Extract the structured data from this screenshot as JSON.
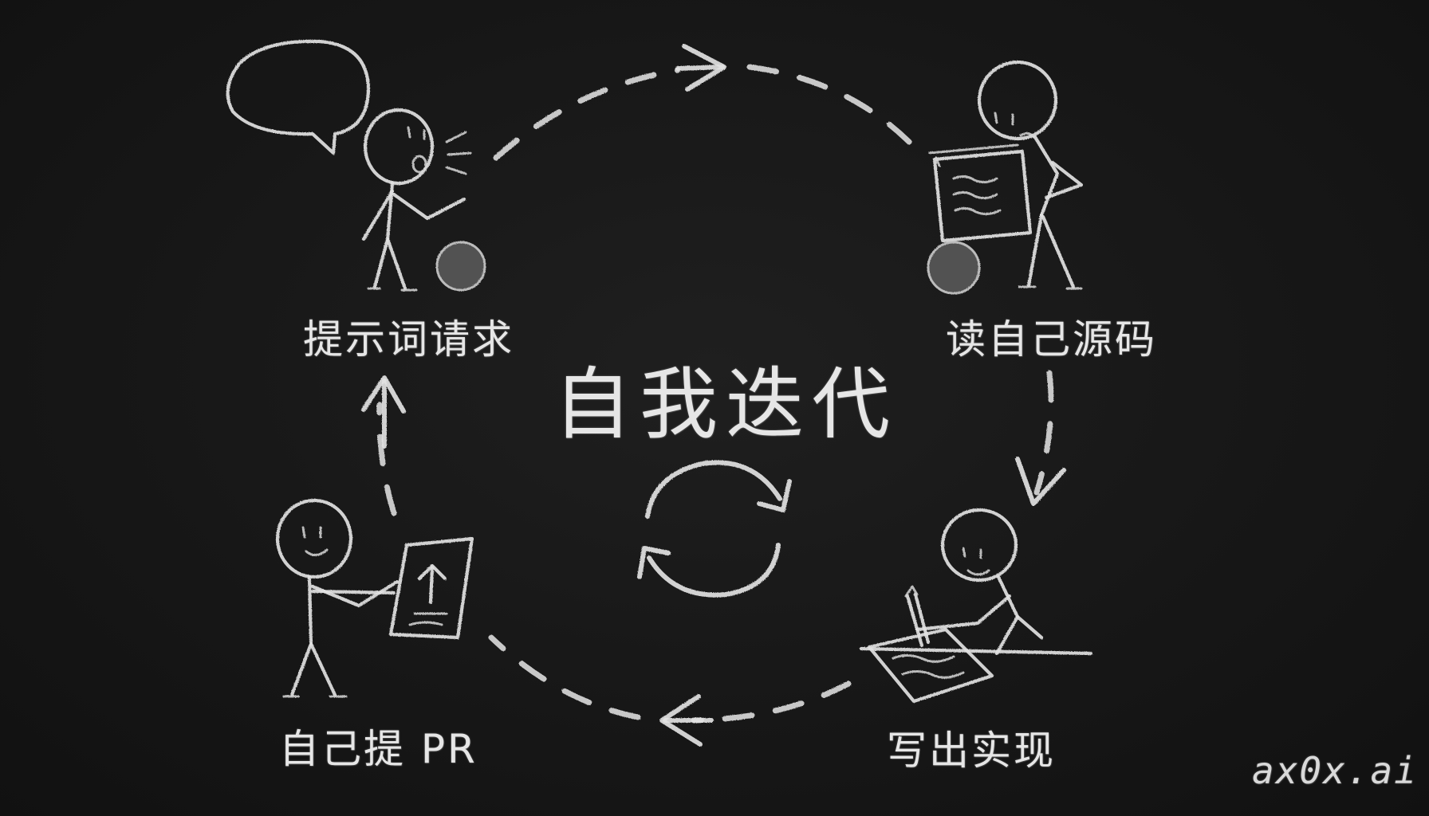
{
  "diagram": {
    "center_title": "自我迭代",
    "steps": [
      {
        "label": "提示词请求"
      },
      {
        "label": "读自己源码"
      },
      {
        "label": "写出实现"
      },
      {
        "label": "自己提 PR"
      }
    ],
    "flow": "clockwise"
  },
  "brand": "ax0x.ai",
  "colors": {
    "board": "#151515",
    "chalk": "#e2e2e2"
  }
}
